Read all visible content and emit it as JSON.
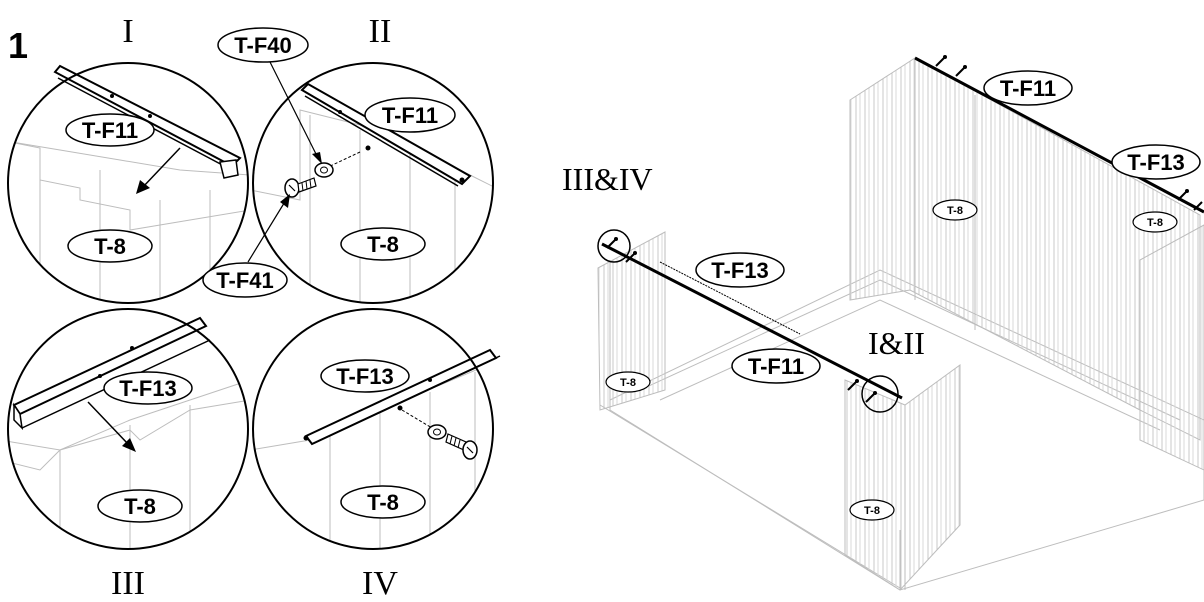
{
  "step_number": "1",
  "details": [
    {
      "roman": "I",
      "part_labels": [
        "T-F11",
        "T-8"
      ]
    },
    {
      "roman": "II",
      "part_labels": [
        "T-F40",
        "T-F11",
        "T-8",
        "T-F41"
      ]
    },
    {
      "roman": "III",
      "part_labels": [
        "T-F13",
        "T-8"
      ]
    },
    {
      "roman": "IV",
      "part_labels": [
        "T-F13",
        "T-8"
      ]
    }
  ],
  "overview": {
    "callouts": [
      "III&IV",
      "I&II"
    ],
    "part_labels": [
      "T-F11",
      "T-F13",
      "T-8",
      "T-8",
      "T-F13",
      "T-F11",
      "T-8",
      "T-8"
    ]
  }
}
